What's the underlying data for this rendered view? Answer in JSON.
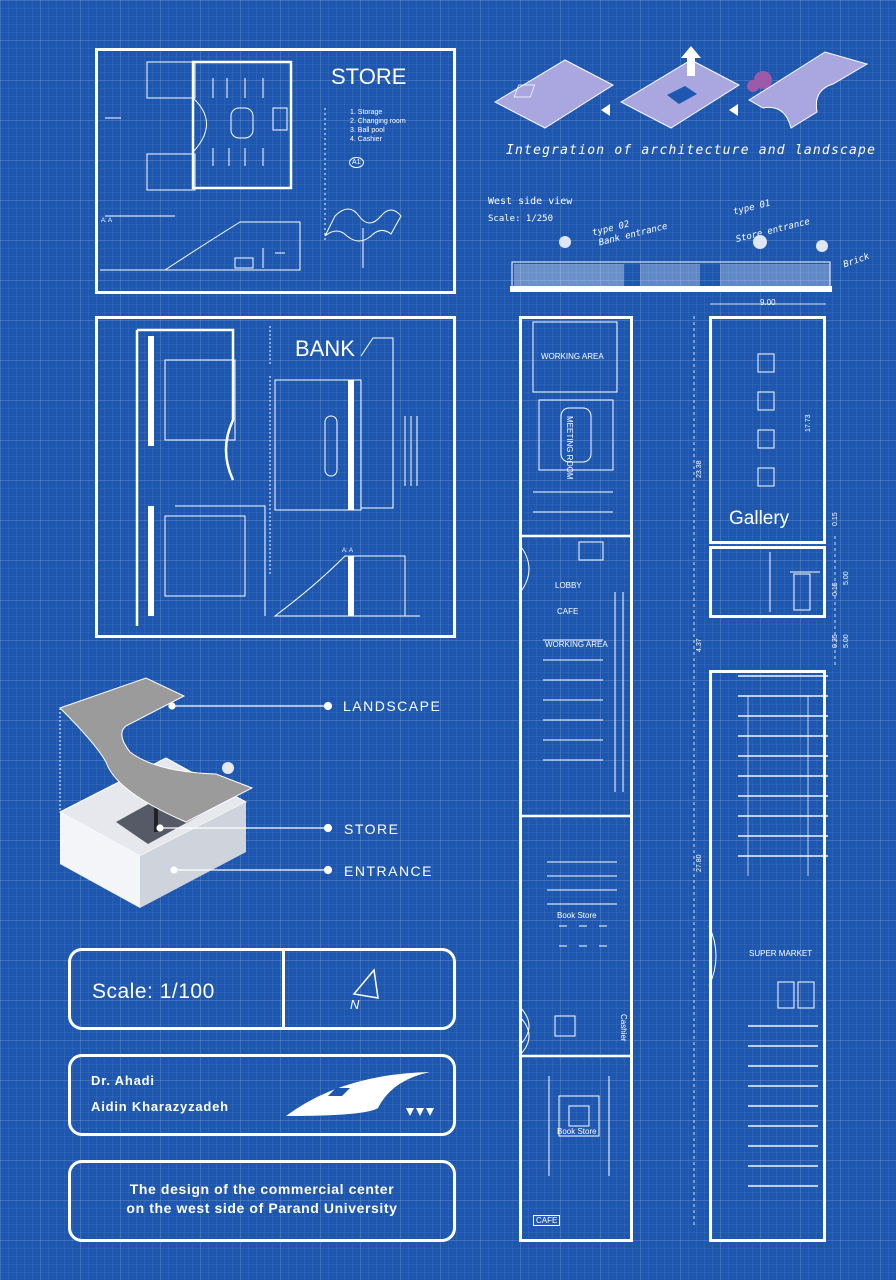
{
  "store": {
    "title": "STORE",
    "legend": [
      "1.   Storage",
      "2.   Changing room",
      "3.   Ball pool",
      "4.   Cashier"
    ],
    "tag_a1": "A1",
    "section_label": "A: A"
  },
  "bank": {
    "title": "BANK",
    "section_label": "A: A"
  },
  "concept": {
    "caption": "Integration of architecture and landscape"
  },
  "west_view": {
    "title": "West side view",
    "scale": "Scale: 1/250",
    "type02": "type 02",
    "bank_entrance": "Bank entrance",
    "type01": "type 01",
    "store_entrance": "Store entrance",
    "brick": "Brick"
  },
  "plan_left": {
    "working_area_top": "WORKING AREA",
    "meeting_room": "MEETING ROOM",
    "lobby": "LOBBY",
    "cafe": "CAFE",
    "working_area": "WORKING AREA",
    "book_store_1": "Book Store",
    "cashier": "Cashier",
    "book_store_2": "Book Store",
    "cafe_bottom": "CAFE"
  },
  "plan_right": {
    "gallery": "Gallery",
    "super_market": "SUPER MARKET",
    "dim_top": "9.00",
    "dim_side_1": "17.73",
    "dim_side_2": "23.38",
    "dim_side_3": "27.80",
    "dim_side_4": "4.37",
    "dim_small": [
      "0.15",
      "5.00",
      "0.15",
      "0.25",
      "5.00"
    ]
  },
  "axon": {
    "landscape": "LANDSCAPE",
    "store": "STORE",
    "entrance": "ENTRANCE"
  },
  "scale_box": {
    "scale": "Scale: 1/100",
    "north": "N"
  },
  "credits": {
    "supervisor": "Dr. Ahadi",
    "author": "Aidin Kharazyzadeh"
  },
  "project": {
    "title_line1": "The design of the commercial center",
    "title_line2": "on the west side of Parand University"
  }
}
